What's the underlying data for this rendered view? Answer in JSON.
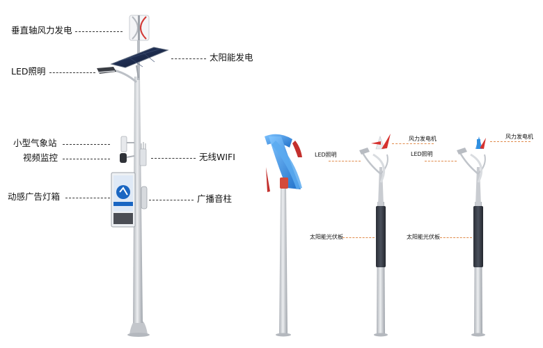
{
  "main_pole_labels": {
    "vertical_wind": "垂直轴风力发电",
    "solar": "太阳能发电",
    "led": "LED照明",
    "weather_station": "小型气象站",
    "video": "视频监控",
    "wifi": "无线WIFI",
    "lightbox": "动感广告灯箱",
    "speaker": "广播音柱"
  },
  "pole_b_labels": {
    "wind": "风力发电机",
    "led": "LED照明",
    "pv": "太阳能光伏板"
  },
  "pole_c_labels": {
    "wind": "风力发电机",
    "led": "LED照明",
    "pv": "太阳能光伏板"
  },
  "colors": {
    "pole": "#c9ccd1",
    "panel": "#1c2a4a",
    "turbine_blue": "#2f8fe0",
    "turbine_red": "#d6322f",
    "leader_orange": "#e08a4a"
  }
}
